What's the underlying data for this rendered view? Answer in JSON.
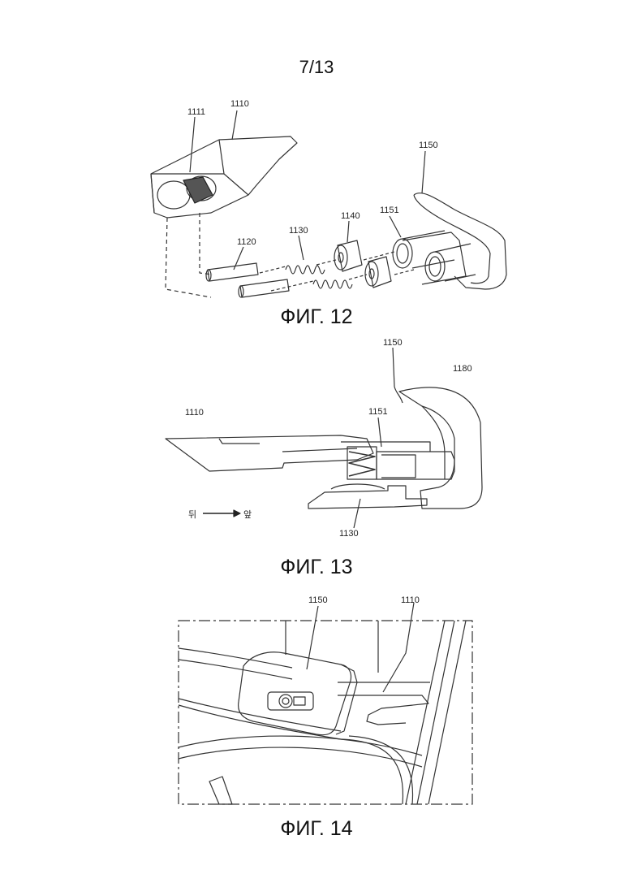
{
  "page": {
    "number": "7/13"
  },
  "figures": [
    {
      "caption": "ФИГ. 12",
      "refs": [
        "1110",
        "1111",
        "1120",
        "1130",
        "1140",
        "1150",
        "1151"
      ]
    },
    {
      "caption": "ФИГ. 13",
      "refs": [
        "1110",
        "1150",
        "1151",
        "1180",
        "1130"
      ],
      "direction": {
        "back": "뒤",
        "front": "앞"
      }
    },
    {
      "caption": "ФИГ. 14",
      "refs": [
        "1150",
        "1110"
      ]
    }
  ]
}
